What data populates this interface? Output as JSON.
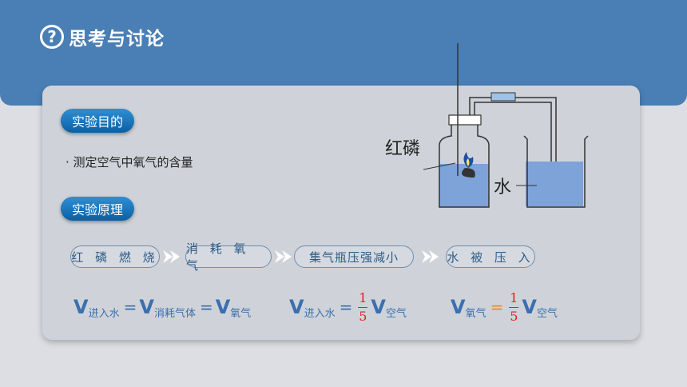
{
  "header": {
    "title": "思考与讨论"
  },
  "goal": {
    "label": "实验目的",
    "text": "· 测定空气中氧气的含量"
  },
  "principle": {
    "label": "实验原理"
  },
  "steps": [
    "红 磷 燃 烧",
    "消 耗 氧 气",
    "集气瓶压强减小",
    "水 被 压 入"
  ],
  "formulas": {
    "f1": {
      "v1": "V",
      "s1": "进入水",
      "eq1": "=",
      "v2": "V",
      "s2": "消耗气体",
      "eq2": "=",
      "v3": "V",
      "s3": "氧气"
    },
    "f2": {
      "v1": "V",
      "s1": "进入水",
      "eq": "=",
      "num": "1",
      "den": "5",
      "v2": "V",
      "s2": "空气"
    },
    "f3": {
      "v1": "V",
      "s1": "氧气",
      "eq": "=",
      "num": "1",
      "den": "5",
      "v2": "V",
      "s2": "空气"
    }
  },
  "diagram": {
    "label_phosphorus": "红磷",
    "label_water": "水"
  },
  "colors": {
    "header": "#4a7fb5",
    "accent": "#3a6fb0",
    "fraction": "#e02020",
    "equals_orange": "#f08a1c"
  }
}
